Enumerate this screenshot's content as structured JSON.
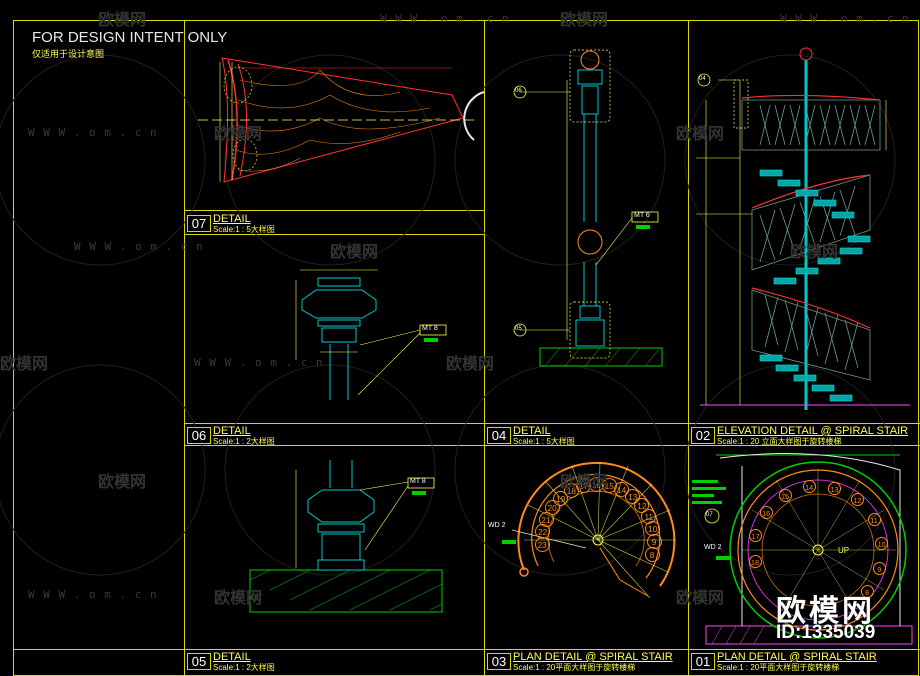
{
  "header": {
    "intent": "FOR DESIGN INTENT ONLY",
    "intent_sub": "仅适用于设计意图"
  },
  "panels": [
    {
      "num": "07",
      "title": "DETAIL",
      "scale": "Scale:1 : 5大样图"
    },
    {
      "num": "06",
      "title": "DETAIL",
      "scale": "Scale:1 : 2大样图"
    },
    {
      "num": "05",
      "title": "DETAIL",
      "scale": "Scale:1 : 2大样图"
    },
    {
      "num": "04",
      "title": "DETAIL",
      "scale": "Scale:1 : 5大样图"
    },
    {
      "num": "03",
      "title": "PLAN DETAIL @ SPIRAL STAIR",
      "scale": "Scale:1 : 20平面大样图于旋转楼梯"
    },
    {
      "num": "02",
      "title": "ELEVATION DETAIL @ SPIRAL STAIR",
      "scale": "Scale:1 : 20    立面大样图于旋转楼梯"
    },
    {
      "num": "01",
      "title": "PLAN DETAIL @ SPIRAL STAIR",
      "scale": "Scale:1 : 20平面大样图于旋转楼梯"
    }
  ],
  "tags": {
    "mt8": "MT 8",
    "mt6": "MT 6",
    "wd2": "WD 2",
    "c04": "04",
    "c05": "05",
    "c06": "06",
    "c07": "07",
    "up": "UP"
  },
  "stair_numbers_03": [
    "23",
    "22",
    "21",
    "20",
    "19",
    "18",
    "17",
    "16",
    "15",
    "14",
    "13",
    "12",
    "11",
    "10",
    "9",
    "8"
  ],
  "stair_numbers_01": [
    "18",
    "17",
    "16",
    "15",
    "14",
    "13",
    "12",
    "11",
    "10",
    "9",
    "8"
  ],
  "watermarks": {
    "url": "W W W . o m . c n",
    "cn": "欧模网"
  },
  "brand": {
    "name": "欧模网",
    "id": "ID:1335039"
  },
  "colors": {
    "frame": "#d9d900",
    "line_yellow": "#ffff55",
    "line_red": "#ff3030",
    "line_orange": "#ff8c1a",
    "line_cyan": "#00c8c8",
    "line_magenta": "#ff40ff",
    "line_green": "#00d000",
    "line_white": "#e8e8e8"
  }
}
